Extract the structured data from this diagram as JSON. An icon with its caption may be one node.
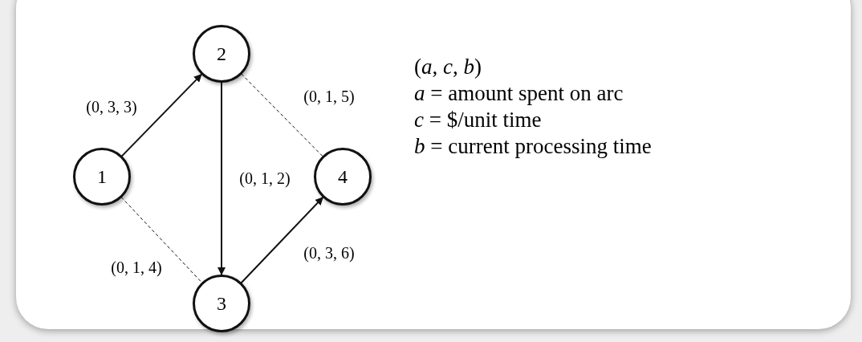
{
  "diagram": {
    "nodes": [
      {
        "text": [
          "1"
        ]
      },
      {
        "text": [
          "2"
        ]
      },
      {
        "text": [
          "3"
        ]
      },
      {
        "text": [
          "4"
        ]
      }
    ],
    "edges": [
      {
        "from": 0,
        "to": 1,
        "arrow": "to",
        "label": "(0, 3, 3)"
      },
      {
        "from": 1,
        "to": 3,
        "arrow": "none",
        "label": "(0, 1, 5)",
        "style": "dashed"
      },
      {
        "from": 1,
        "to": 2,
        "arrow": "to",
        "label": "(0, 1, 2)"
      },
      {
        "from": 0,
        "to": 2,
        "arrow": "none",
        "label": "(0, 1, 4)",
        "style": "dashed"
      },
      {
        "from": 2,
        "to": 3,
        "arrow": "to",
        "label": "(0, 3, 6)"
      }
    ],
    "labels": [
      "(*a*, *c*, *b*)",
      "*a* = amount spent on arc",
      "*c* = $/unit time",
      "*b* = current processing time"
    ]
  }
}
